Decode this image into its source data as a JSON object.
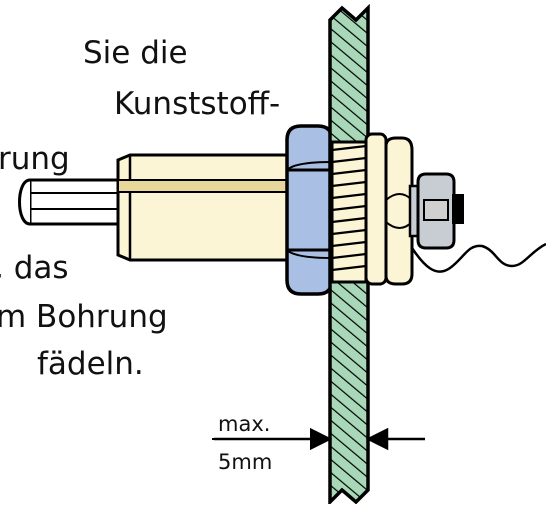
{
  "instruction_lines": [
    "Sie die",
    "Kunststoff-",
    "rung",
    ", das",
    "m Bohrung",
    "fädeln."
  ],
  "dimension": {
    "label_top": "max.",
    "label_bottom": "5mm"
  },
  "colors": {
    "panel_hatch": "#a8d8b8",
    "nut": "#a9c0e4",
    "sensor_body": "#fbf5d6",
    "thread": "#fbf5d6",
    "outline": "#000000",
    "small_nut": "#c8cdd4"
  }
}
